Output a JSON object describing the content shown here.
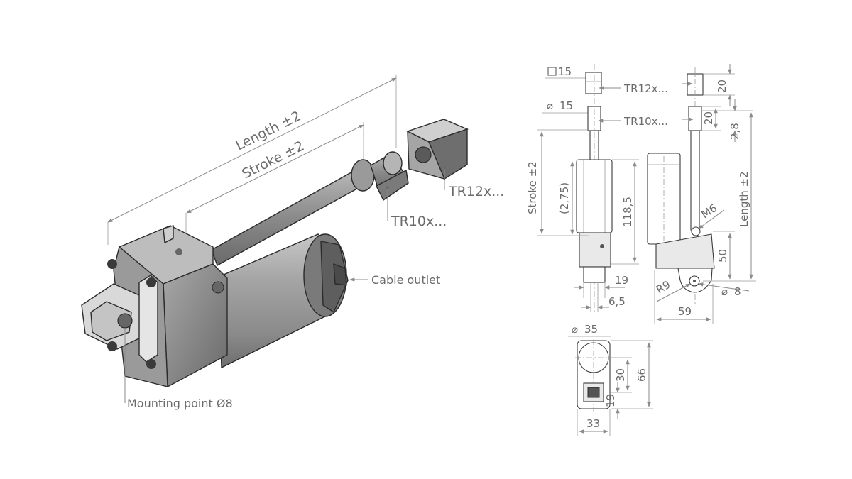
{
  "iso_view": {
    "length_label": "Length ±2",
    "stroke_label": "Stroke  ±2",
    "tr12_label": "TR12x...",
    "tr10_label": "TR10x...",
    "cable_outlet_label": "Cable outlet",
    "mounting_point_label": "Mounting point Ø8"
  },
  "front_view": {
    "square_15": "15",
    "tr12_label": "TR12x...",
    "dia_15": "15",
    "tr10_label": "TR10x...",
    "stroke_label": "Stroke ±2",
    "dim_2_75": "(2,75)",
    "dim_118_5": "118,5",
    "dim_19": "19",
    "dim_6_5": "6,5"
  },
  "side_view": {
    "dim_20_top": "20",
    "dim_20_mid": "20",
    "dim_2_8": "2,8",
    "length_label": "Length ±2",
    "m6_label": "M6",
    "dim_50": "50",
    "r9_label": "R9",
    "dia_8": "8",
    "dim_59": "59"
  },
  "bottom_view": {
    "dia_35": "35",
    "dim_30": "30",
    "dim_66": "66",
    "dim_19": "19",
    "dim_33": "33"
  },
  "colors": {
    "line": "#8a8a8a",
    "text": "#6b6b6b",
    "part_dark": "#4a4a4a",
    "part_mid": "#8c8c8c",
    "part_light": "#c9c9c9"
  }
}
